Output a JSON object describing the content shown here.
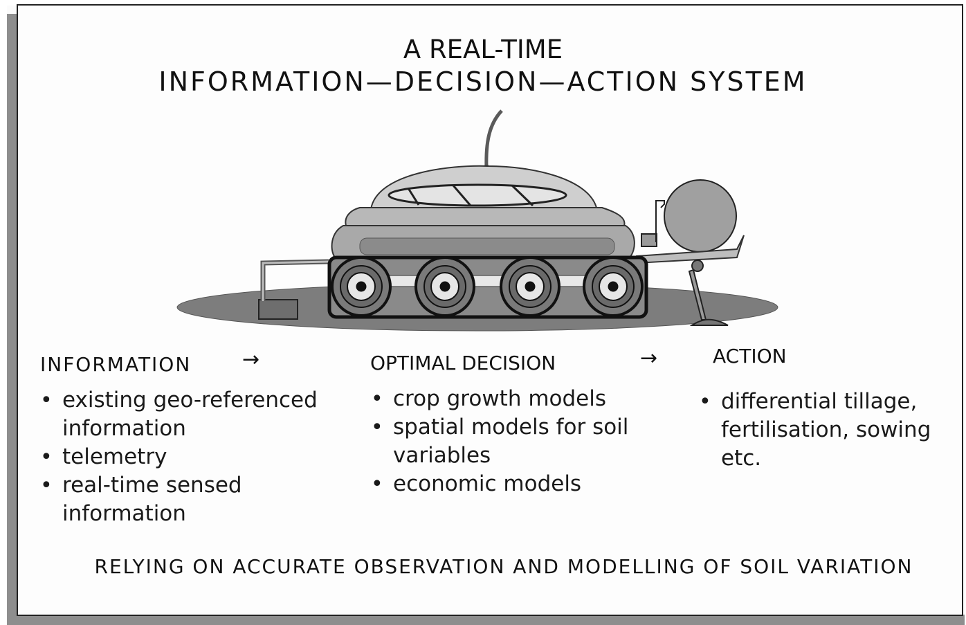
{
  "title": {
    "line1": "A REAL-TIME",
    "line2": "INFORMATION—DECISION—ACTION SYSTEM"
  },
  "flow": {
    "arrow_symbol": "→",
    "information": {
      "heading": "INFORMATION",
      "items": [
        "existing geo-referenced information",
        "telemetry",
        "real-time sensed information"
      ]
    },
    "decision": {
      "heading": "OPTIMAL DECISION",
      "items": [
        "crop growth models",
        "spatial models for soil variables",
        "economic models"
      ]
    },
    "action": {
      "heading": "ACTION",
      "items": [
        "differential tillage, fertilisation, sowing etc."
      ]
    }
  },
  "footer": "RELYING ON ACCURATE OBSERVATION AND MODELLING OF SOIL VARIATION",
  "colors": {
    "ground": "#7d7d7d",
    "body_light": "#cfcfcf",
    "body_mid": "#a9a9a9",
    "body_dark": "#6f6f6f",
    "outline": "#111111"
  }
}
